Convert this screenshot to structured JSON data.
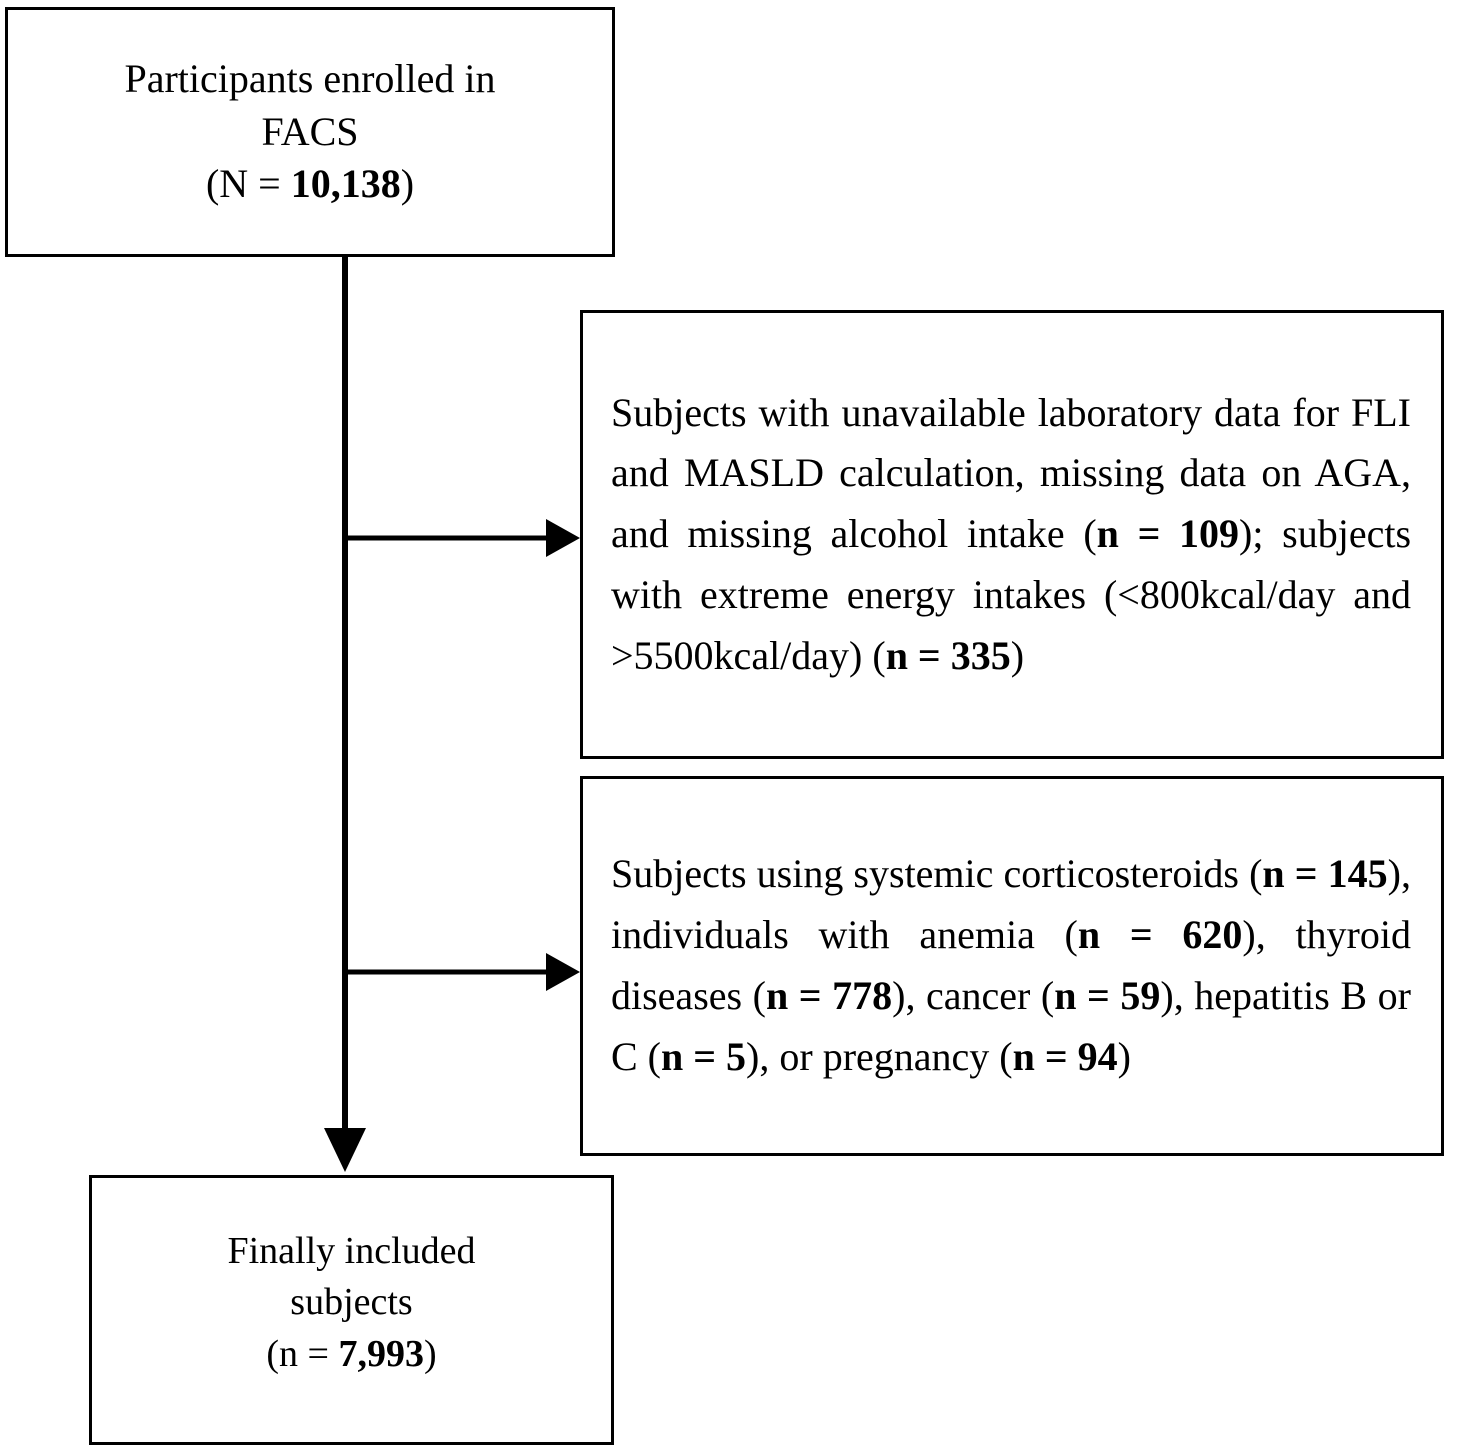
{
  "diagram": {
    "type": "flowchart",
    "title": "Study participant selection flow diagram",
    "orientation": "top-to-bottom",
    "stroke_color": "#000000",
    "background_color": "#ffffff"
  },
  "boxes": {
    "enrolled": {
      "name": "participants-enrolled",
      "line1": "Participants enrolled in",
      "line2": "FACS",
      "count_prefix": "(N = ",
      "count_value": "10,138",
      "count_suffix": ")"
    },
    "exclusion_1": {
      "name": "exclusion-criteria-1",
      "segments": [
        {
          "text": "Subjects with unavailable laboratory data for FLI and MASLD calculation, missing data on AGA, and missing alcohol intake (",
          "bold": false
        },
        {
          "text": "n = 109",
          "bold": true
        },
        {
          "text": "); subjects with extreme energy intakes (<800kcal/day and >5500kcal/day) (",
          "bold": false
        },
        {
          "text": "n = 335",
          "bold": true
        },
        {
          "text": ")",
          "bold": false
        }
      ],
      "plain_text": "Subjects with unavailable laboratory data for FLI and MASLD calculation, missing data on AGA, and missing alcohol intake (n = 109); subjects with extreme energy intakes (<800kcal/day and >5500kcal/day) (n = 335)"
    },
    "exclusion_2": {
      "name": "exclusion-criteria-2",
      "segments": [
        {
          "text": "Subjects using systemic corticosteroids (",
          "bold": false
        },
        {
          "text": "n = 145",
          "bold": true
        },
        {
          "text": "), individuals with anemia (",
          "bold": false
        },
        {
          "text": "n = 620",
          "bold": true
        },
        {
          "text": "), thyroid diseases (",
          "bold": false
        },
        {
          "text": "n = 778",
          "bold": true
        },
        {
          "text": "), cancer (",
          "bold": false
        },
        {
          "text": "n = 59",
          "bold": true
        },
        {
          "text": "), hepatitis B or C (",
          "bold": false
        },
        {
          "text": "n = 5",
          "bold": true
        },
        {
          "text": "), or pregnancy (",
          "bold": false
        },
        {
          "text": "n = 94",
          "bold": true
        },
        {
          "text": ")",
          "bold": false
        }
      ],
      "plain_text": "Subjects using systemic corticosteroids (n = 145), individuals with anemia (n = 620), thyroid diseases (n = 778), cancer (n = 59), hepatitis B or C (n = 5), or pregnancy (n = 94)"
    },
    "included": {
      "name": "finally-included-subjects",
      "line1": "Finally included",
      "line2": "subjects",
      "count_prefix": "(n = ",
      "count_value": "7,993",
      "count_suffix": ")"
    }
  },
  "counts": {
    "enrolled_total": 10138,
    "excluded_missing_lab_fli_masld_aga_alcohol": 109,
    "excluded_extreme_energy_intake": 335,
    "excluded_corticosteroids": 145,
    "excluded_anemia": 620,
    "excluded_thyroid_disease": 778,
    "excluded_cancer": 59,
    "excluded_hepatitis_b_or_c": 5,
    "excluded_pregnancy": 94,
    "final_included": 7993
  },
  "connectors": [
    {
      "name": "trunk-vertical",
      "from": "participants-enrolled",
      "to": "finally-included-subjects",
      "arrowhead": "down"
    },
    {
      "name": "branch-to-exclusion-1",
      "from": "trunk-vertical",
      "to": "exclusion-criteria-1",
      "arrowhead": "right"
    },
    {
      "name": "branch-to-exclusion-2",
      "from": "trunk-vertical",
      "to": "exclusion-criteria-2",
      "arrowhead": "right"
    }
  ]
}
